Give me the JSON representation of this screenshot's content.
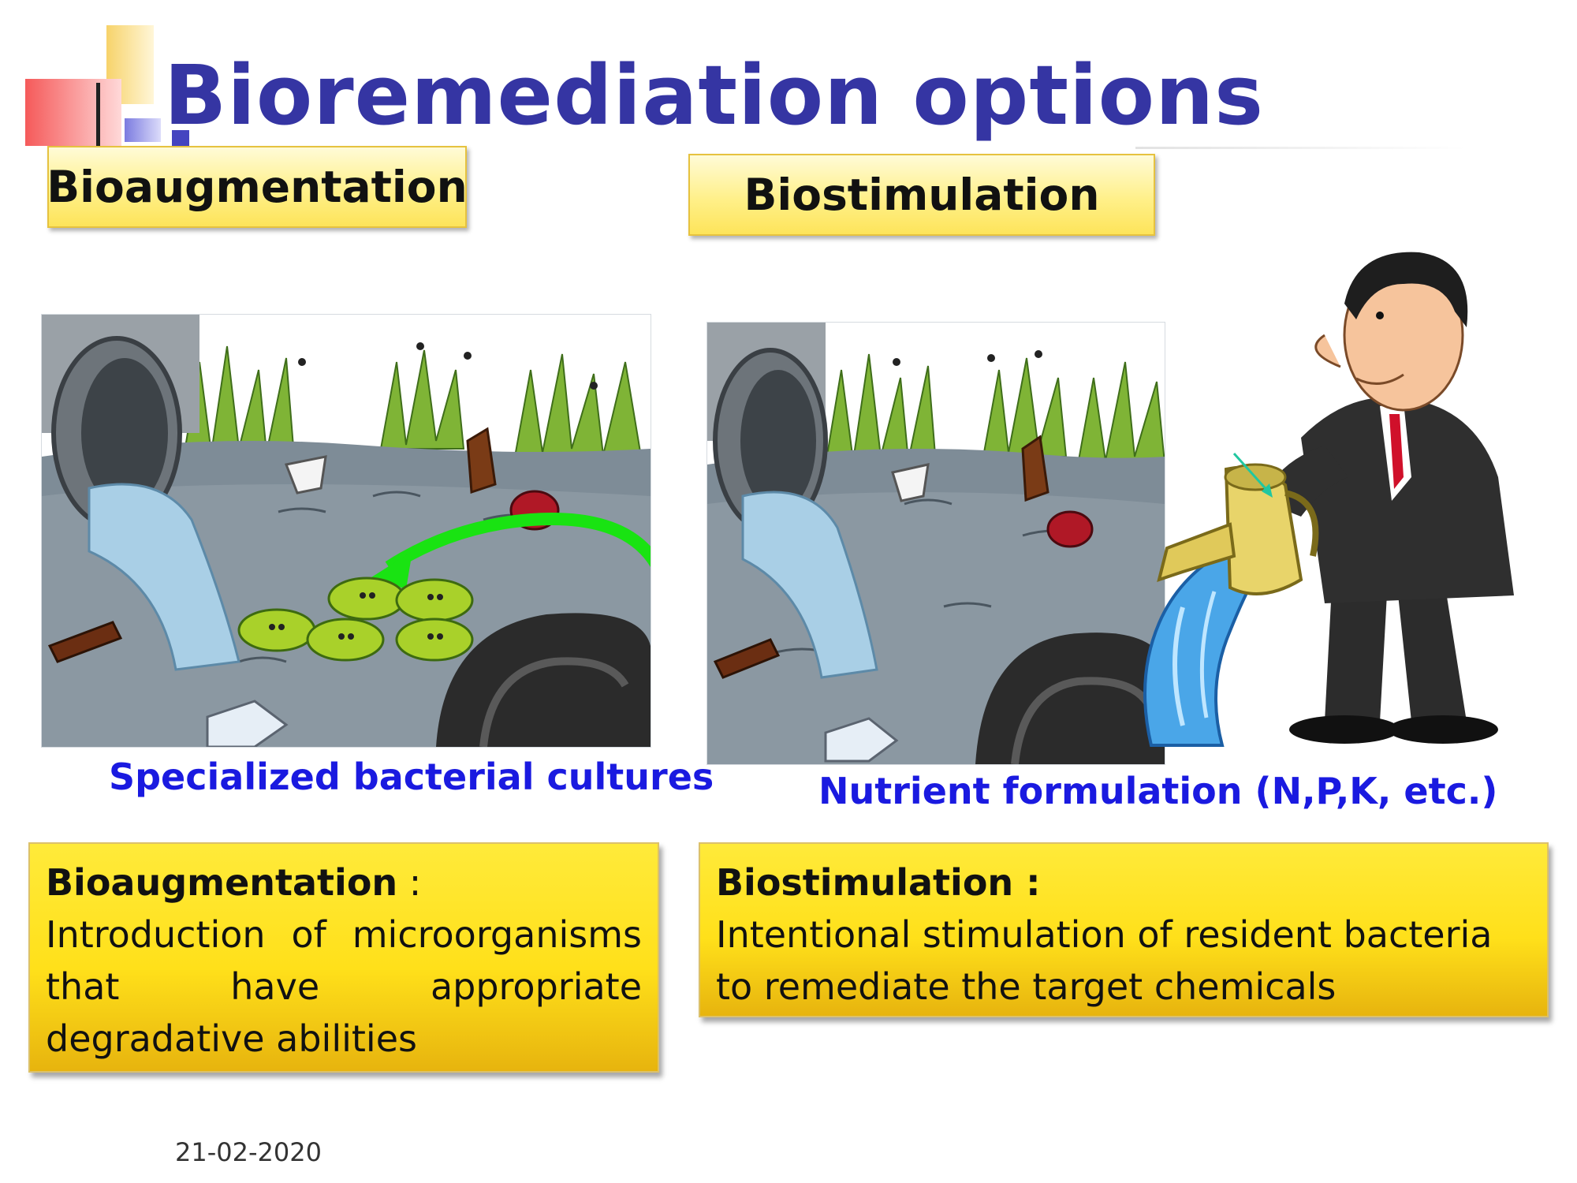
{
  "slide": {
    "title": "Bioremediation options",
    "date": "21-02-2020"
  },
  "left": {
    "label": "Bioaugmentation",
    "caption": "Specialized bacterial cultures",
    "desc_term": "Bioaugmentation",
    "desc_sep": " :",
    "desc_text": "Introduction of microorganisms that have appropriate degradative abilities"
  },
  "right": {
    "label": "Biostimulation",
    "caption": "Nutrient formulation (N,P,K, etc.)",
    "desc_term": "Biostimulation :",
    "desc_text": "Intentional stimulation of resident bacteria to remediate the target chemicals"
  },
  "colors": {
    "title": "#3535a3",
    "caption": "#1a1ae0",
    "label_fill": "#fff08a",
    "desc_fill": "#ffe01a"
  }
}
